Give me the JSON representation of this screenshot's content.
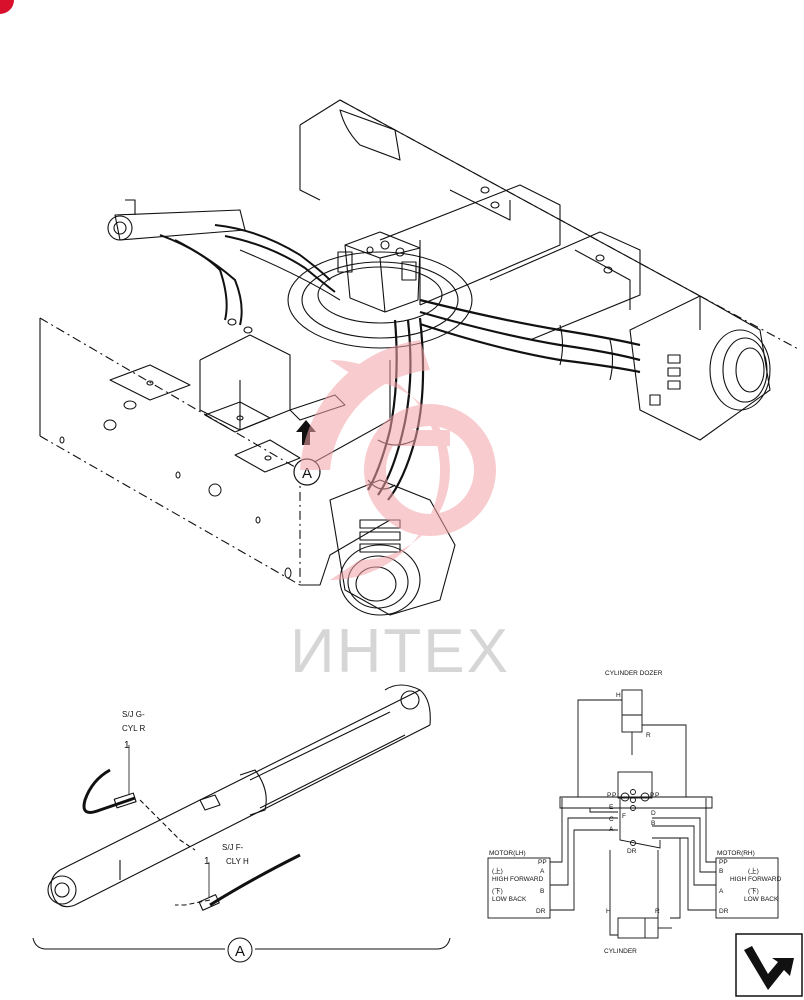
{
  "watermark": {
    "text": "ИНТЕХ"
  },
  "callouts": {
    "view_marker": "A",
    "detail_bracket": "A"
  },
  "detail": {
    "parts": [
      {
        "name": "S/J G-",
        "sub": "CYL R",
        "index": "1"
      },
      {
        "name": "S/J F-",
        "sub": "CLY H",
        "index": "1"
      }
    ]
  },
  "schematic": {
    "top_label": "CYLINDER DOZER",
    "bottom_label": "CYLINDER",
    "cyl_top_ports": {
      "h": "H",
      "r": "R"
    },
    "cyl_bottom_ports": {
      "h": "H",
      "r": "R"
    },
    "joint_ports": [
      "P",
      "P",
      "E",
      "C",
      "A",
      "F",
      "P",
      "P",
      "D",
      "B",
      "DR"
    ],
    "motor_lh": {
      "title": "MOTOR(LH)",
      "port_pp": "PP",
      "port_a": "A",
      "fwd1": "(上)",
      "fwd2": "HIGH FORWARD",
      "port_b": "B",
      "back1": "(下)",
      "back2": "LOW BACK",
      "port_dr": "DR"
    },
    "motor_rh": {
      "title": "MOTOR(RH)",
      "port_pp": "PP",
      "port_b": "B",
      "fwd1": "(上)",
      "fwd2": "HIGH FORWARD",
      "port_a": "A",
      "back1": "(下)",
      "back2": "LOW BACK",
      "port_dr": "DR"
    }
  },
  "colors": {
    "ink": "#111111",
    "watermark": "#f4a3a8",
    "corner_mark": "#d8102c"
  },
  "icons": [
    "corner-tab-icon",
    "next-page-arrow-icon"
  ]
}
